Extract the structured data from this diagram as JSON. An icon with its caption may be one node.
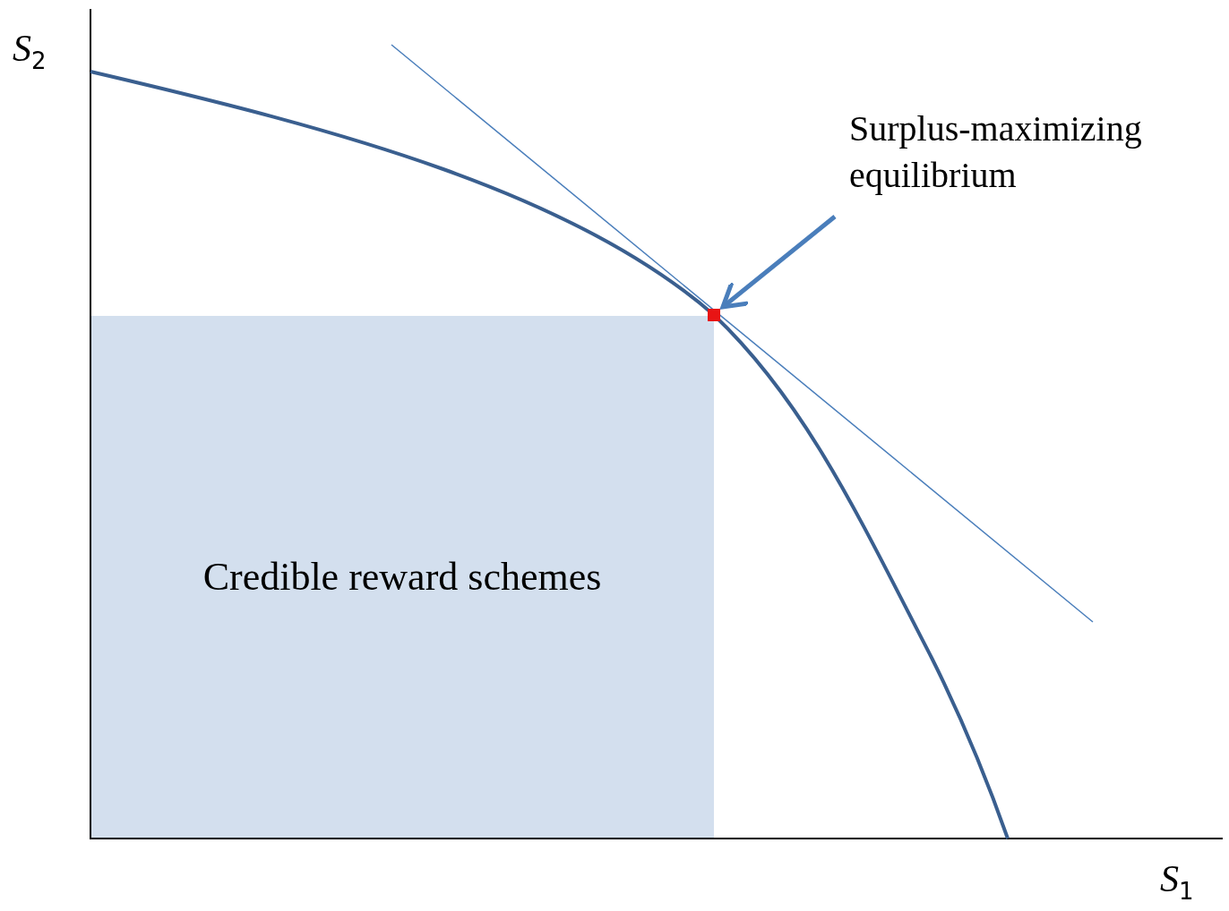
{
  "diagram": {
    "nodes": [
      {
        "text": [
          "Credible reward schemes"
        ]
      },
      {
        "text": [
          "Surplus-maximizing equilibrium"
        ]
      },
      {
        "text": [],
        "shape": "box"
      }
    ],
    "edges": [
      {
        "from": 1,
        "to": 2,
        "arrow": "to"
      }
    ],
    "labels": [
      "*S*$_{2}$",
      "*S*$_{1}$"
    ]
  }
}
